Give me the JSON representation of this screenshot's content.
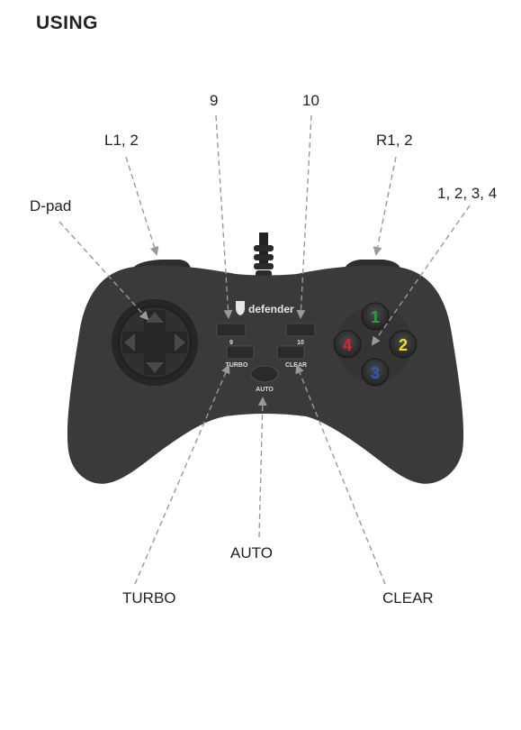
{
  "title": "USING",
  "brand": "defender",
  "callouts": {
    "nine": "9",
    "ten": "10",
    "l12": "L1, 2",
    "r12": "R1, 2",
    "dpad": "D-pad",
    "face": "1, 2, 3, 4",
    "auto": "AUTO",
    "turbo": "TURBO",
    "clear": "CLEAR"
  },
  "controller_labels": {
    "nine": "9",
    "ten": "10",
    "turbo": "TURBO",
    "clear": "CLEAR",
    "auto": "AUTO"
  },
  "face_buttons": {
    "b1": "1",
    "b2": "2",
    "b3": "3",
    "b4": "4"
  },
  "colors": {
    "body": "#3a3a3a",
    "body_dark": "#2b2b2b",
    "btn1": "#1fa83a",
    "btn2": "#f2e21a",
    "btn3": "#2a5cc8",
    "btn4": "#d8242a",
    "arrow": "#999999"
  }
}
